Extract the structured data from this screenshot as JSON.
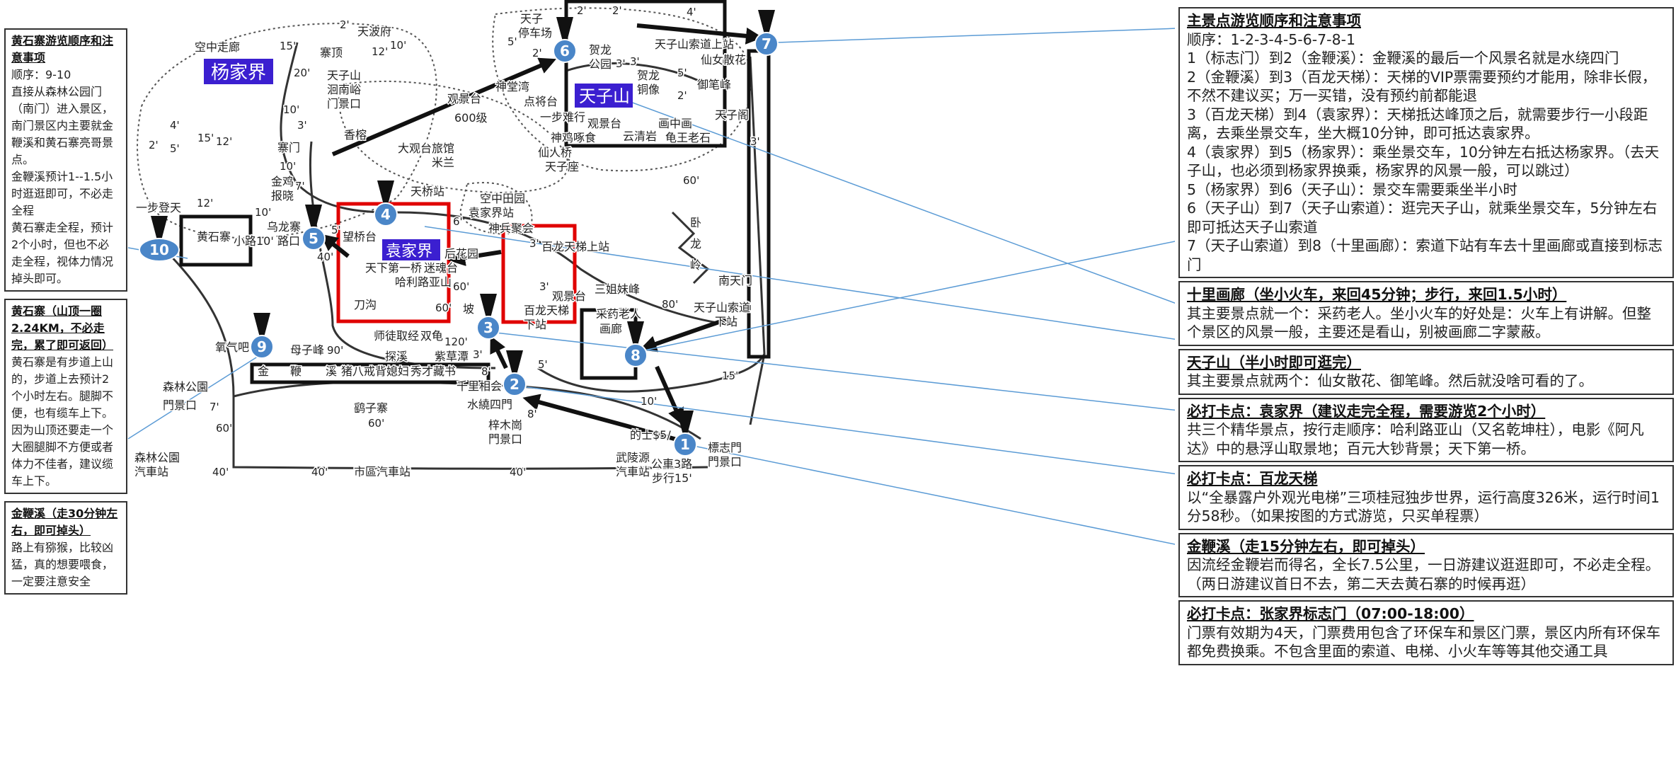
{
  "left_boxes": [
    {
      "title": "黄石寨游览顺序和注意事项",
      "lines": [
        "顺序：9-10",
        "直接从森林公园门（南门）进入景区，南门景区内主要就金鞭溪和黄石寨亮哥景点。",
        "金鞭溪预计1--1.5小时逛逛即可，不必走全程",
        "黄石寨走全程，预计2个小时，但也不必走全程，视体力情况掉头即可。"
      ]
    },
    {
      "title": "黄石寨（山顶一圈2.24KM，不必走完，累了即可返回）",
      "lines": [
        "黄石寨是有步道上山的，步道上去预计2个小时左右。腿脚不便，也有缆车上下。",
        "因为山顶还要走一个大圈腿脚不方便或者体力不佳者，建议缆车上下。"
      ]
    },
    {
      "title": "金鞭溪（走30分钟左右，即可掉头）",
      "lines": [
        "路上有猕猴，比较凶猛，真的想要喂食，一定要注意安全"
      ]
    }
  ],
  "right_boxes": [
    {
      "title": "主景点游览顺序和注意事项",
      "lines": [
        "顺序：1-2-3-4-5-6-7-8-1",
        "1（标志门）到2（金鞭溪）：金鞭溪的最后一个风景名就是水绕四门",
        "2（金鞭溪）到3（百龙天梯）：天梯的VIP票需要预约才能用，除非长假，不然不建议买；万一买错，没有预约前都能退",
        "3（百龙天梯）到4（袁家界）：天梯抵达峰顶之后，就需要步行一小段距离，去乘坐景交车，坐大概10分钟，即可抵达袁家界。",
        "4（袁家界）到5（杨家界）：乘坐景交车，10分钟左右抵达杨家界。（去天子山，也必须到杨家界换乘，杨家界的风景一般，可以跳过）",
        "5（杨家界）到6（天子山）：景交车需要乘坐半小时",
        "6（天子山）到7（天子山索道）：逛完天子山，就乘坐景交车，5分钟左右即可抵达天子山索道",
        "7（天子山索道）到8（十里画廊）：索道下站有车去十里画廊或直接到标志门"
      ]
    },
    {
      "title": "十里画廊（坐小火车，来回45分钟；步行，来回1.5小时）",
      "lines": [
        "其主要景点就一个：采药老人。坐小火车的好处是：火车上有讲解。但整个景区的风景一般，主要还是看山，别被画廊二字蒙蔽。"
      ]
    },
    {
      "title": "天子山（半小时即可逛完）",
      "lines": [
        "其主要景点就两个：仙女散花、御笔峰。然后就没啥可看的了。"
      ]
    },
    {
      "title": "必打卡点：袁家界（建议走完全程，需要游览2个小时）",
      "lines": [
        "共三个精华景点，按行走顺序：哈利路亚山（又名乾坤柱），电影《阿凡达》中的悬浮山取景地；百元大钞背景；天下第一桥。"
      ]
    },
    {
      "title": "必打卡点：百龙天梯",
      "lines": [
        "以“全暴露户外观光电梯”三项桂冠独步世界，运行高度326米，运行时间1分58秒。（如果按图的方式游览，只买单程票）"
      ]
    },
    {
      "title": "金鞭溪（走15分钟左右，即可掉头）",
      "lines": [
        "因流经金鞭岩而得名，全长7.5公里，一日游建议逛逛即可，不必走全程。（两日游建议首日不去，第二天去黄石寨的时候再逛）"
      ]
    },
    {
      "title": "必打卡点：张家界标志门（07:00-18:00）",
      "lines": [
        "门票有效期为4天，门票费用包含了环保车和景区门票，景区内所有环保车都免费换乘。不包含里面的索道、电梯、小火车等等其他交通工具"
      ]
    }
  ],
  "map": {
    "zone_titles": [
      "杨家界",
      "天子山",
      "袁家界"
    ],
    "zone_color": "#3b1fd0",
    "markers": [
      "1",
      "2",
      "3",
      "4",
      "5",
      "6",
      "7",
      "8",
      "9",
      "10"
    ],
    "marker_color": "#4a86c8",
    "highlight_colors": {
      "red_box": "#e00000",
      "black_box": "#111111",
      "route_arrow": "#111111",
      "callout_line": "#5b9bd5"
    },
    "labels": [
      "空中走廊",
      "天波府",
      "寨顶",
      "天子山",
      "洄南峪",
      "门景口",
      "天子",
      "停车场",
      "神堂湾",
      "点将台",
      "贺龙",
      "公园",
      "贺龙",
      "铜像",
      "御笔峰",
      "仙女散花",
      "天子阁",
      "观景台",
      "云清岩",
      "画中画",
      "龟王老石",
      "天子山索道上站",
      "观景台",
      "600级",
      "一步难行",
      "神鸡啄食",
      "仙人桥",
      "天子座",
      "香榕",
      "大观台旅馆",
      "米兰",
      "金鸡",
      "报晓",
      "乌龙寨",
      "路口",
      "小路10'",
      "一步登天",
      "寨门",
      "空中田园",
      "神兵聚会",
      "天桥站",
      "袁家界站",
      "望桥台",
      "天下第一桥",
      "哈利路亚山",
      "迷魂台",
      "后花园",
      "刀沟",
      "坡",
      "百龙天梯上站",
      "观景台",
      "百龙天梯",
      "下站",
      "黄石寨",
      "氧气吧",
      "母子峰",
      "师徒取经",
      "双龟",
      "金",
      "鞭",
      "溪",
      "猪八戒背媳妇",
      "探溪",
      "秀才藏书",
      "紫草潭",
      "千里相会",
      "森林公園",
      "門景口",
      "鹞子寨",
      "水繞四門",
      "梓木崗",
      "門景口",
      "森林公園",
      "汽車站",
      "市區汽車站",
      "武陵源",
      "汽車站",
      "標志門",
      "門景口",
      "的士$5/",
      "公車3路",
      "步行15'",
      "三姐妹峰",
      "采药老人",
      "画廊",
      "卧",
      "龙",
      "岭",
      "南天门",
      "天子山索道",
      "下站"
    ],
    "times": [
      "2'",
      "15'",
      "20'",
      "10'",
      "12'",
      "10'",
      "3'",
      "12'",
      "4'",
      "5'",
      "2'",
      "15'",
      "10'",
      "7'",
      "12'",
      "10'",
      "40'",
      "5'",
      "6'",
      "60'",
      "60'",
      "80'",
      "3'",
      "3'",
      "90'",
      "120'",
      "60'",
      "5'",
      "8'",
      "10'",
      "15'",
      "7'",
      "60'",
      "3'",
      "60'",
      "40'",
      "40'",
      "40'",
      "2'",
      "2'",
      "4'",
      "5'",
      "2'",
      "3'",
      "5'",
      "2'",
      "3'",
      "3'",
      "8'"
    ]
  }
}
